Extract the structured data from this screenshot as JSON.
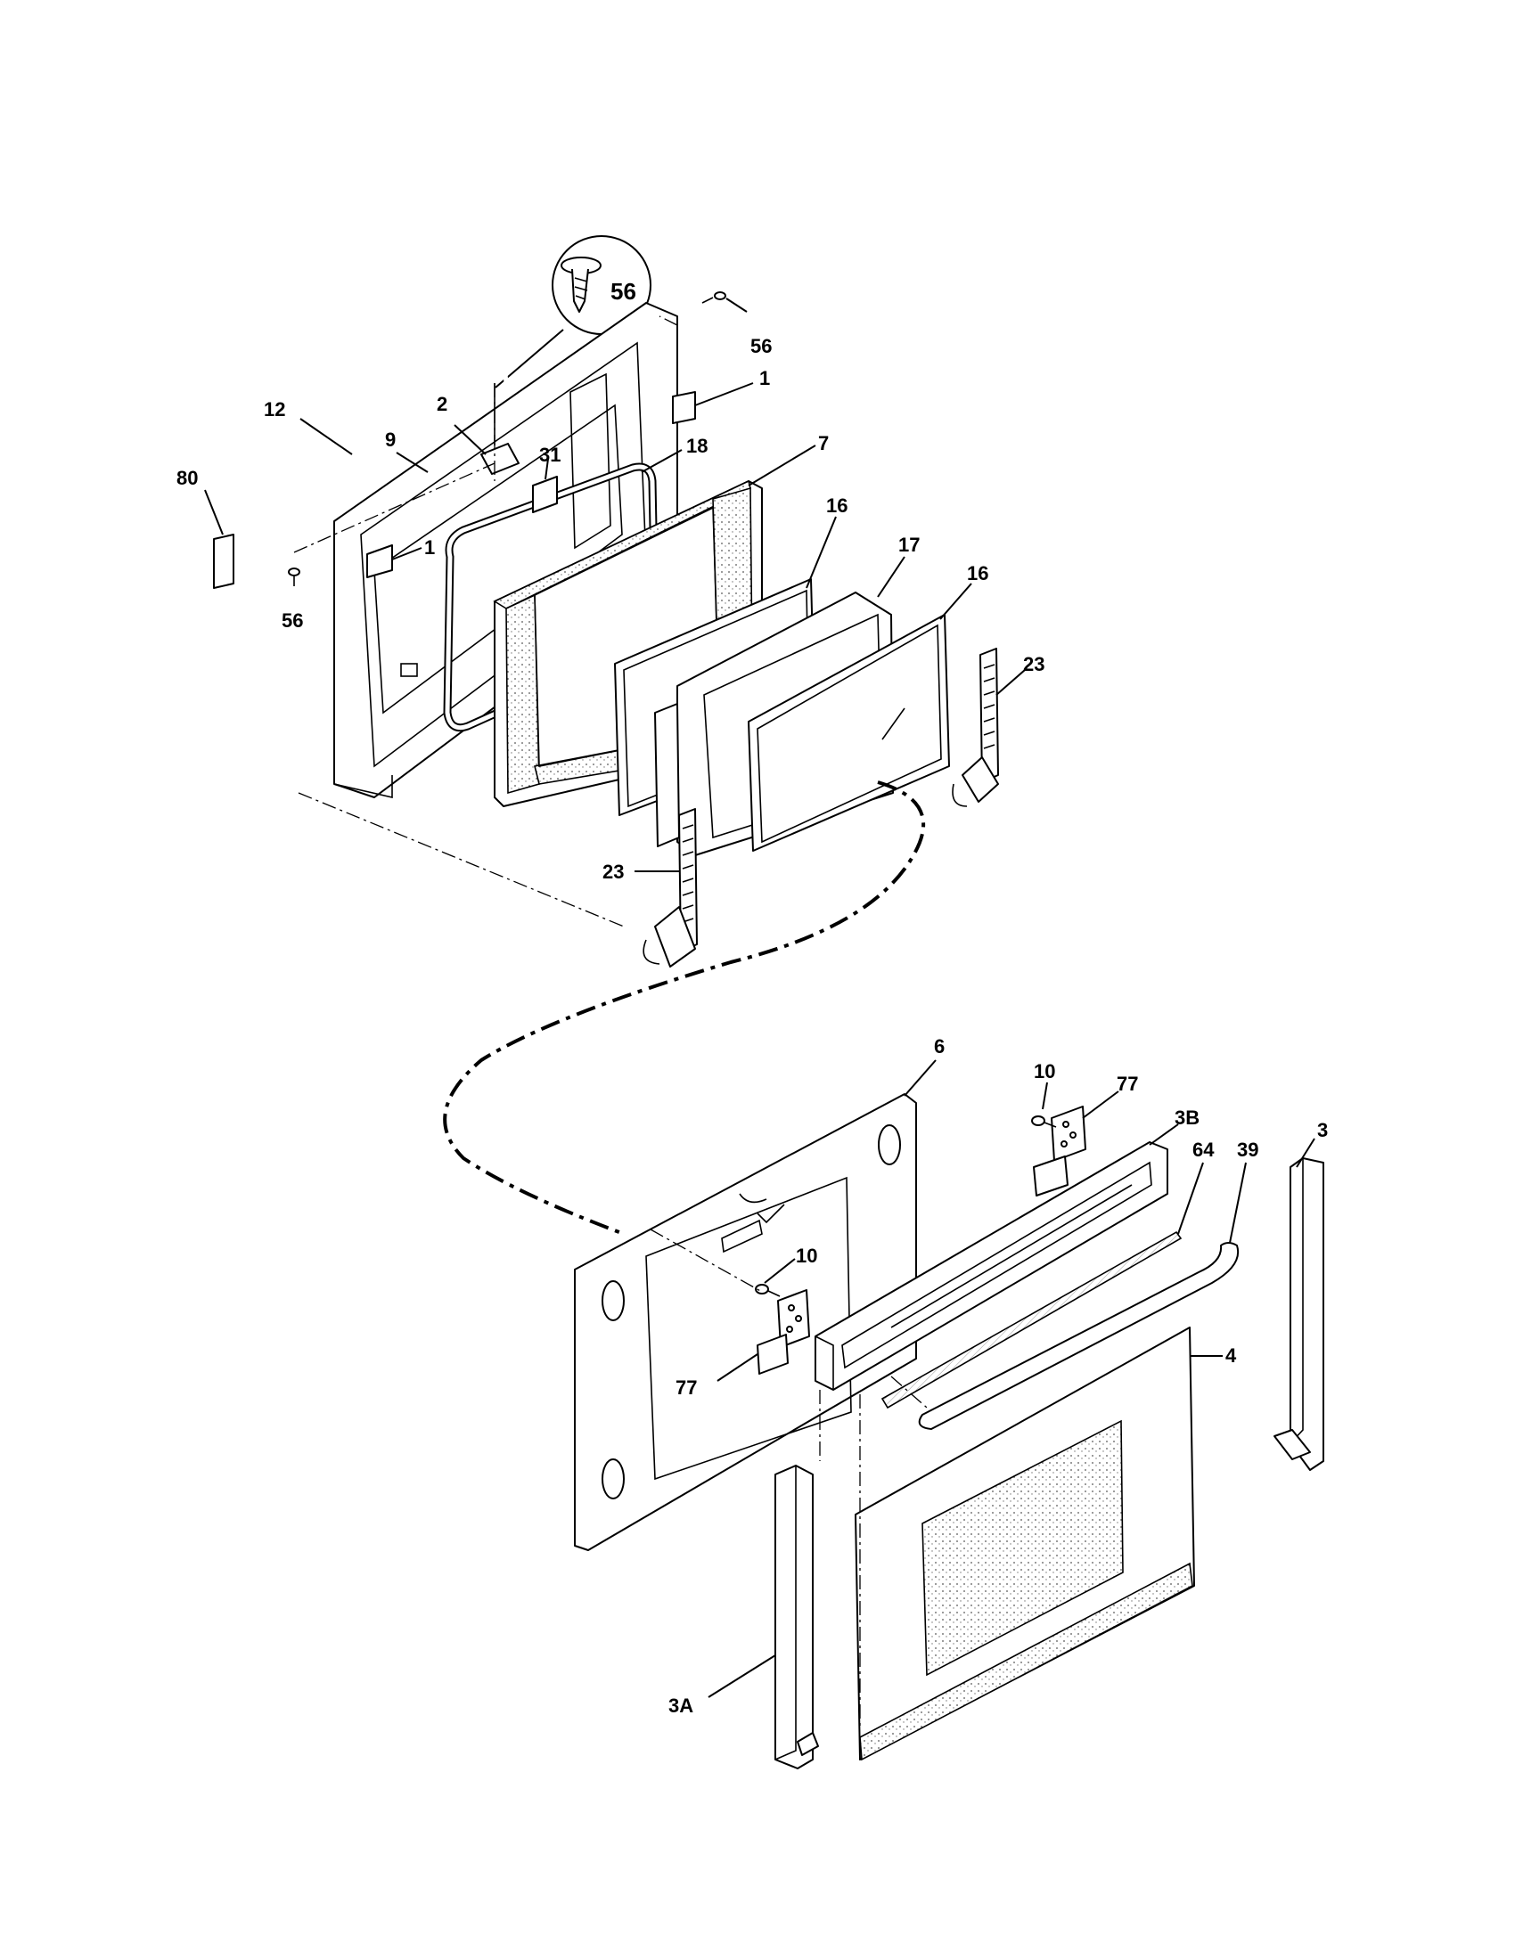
{
  "diagram": {
    "callouts": {
      "screw_detail": "56",
      "screw_top": "56",
      "bracket_top": "1",
      "gasket": "12",
      "clip": "2",
      "liner": "9",
      "label": "80",
      "bracket_mid": "1",
      "screw_left": "56",
      "bracket_31": "31",
      "seal": "18",
      "glass_frame": "7",
      "glass_16a": "16",
      "glass_17": "17",
      "glass_16b": "16",
      "hinge_right": "23",
      "hinge_left": "23",
      "outer_panel": "6",
      "screw_10_top": "10",
      "hinge_bracket_top": "77",
      "trim_3b": "3B",
      "gasket_64": "64",
      "handle_39": "39",
      "side_trim_3": "3",
      "screw_10_mid": "10",
      "hinge_bracket_mid": "77",
      "door_glass_4": "4",
      "side_trim_3a": "3A"
    }
  }
}
